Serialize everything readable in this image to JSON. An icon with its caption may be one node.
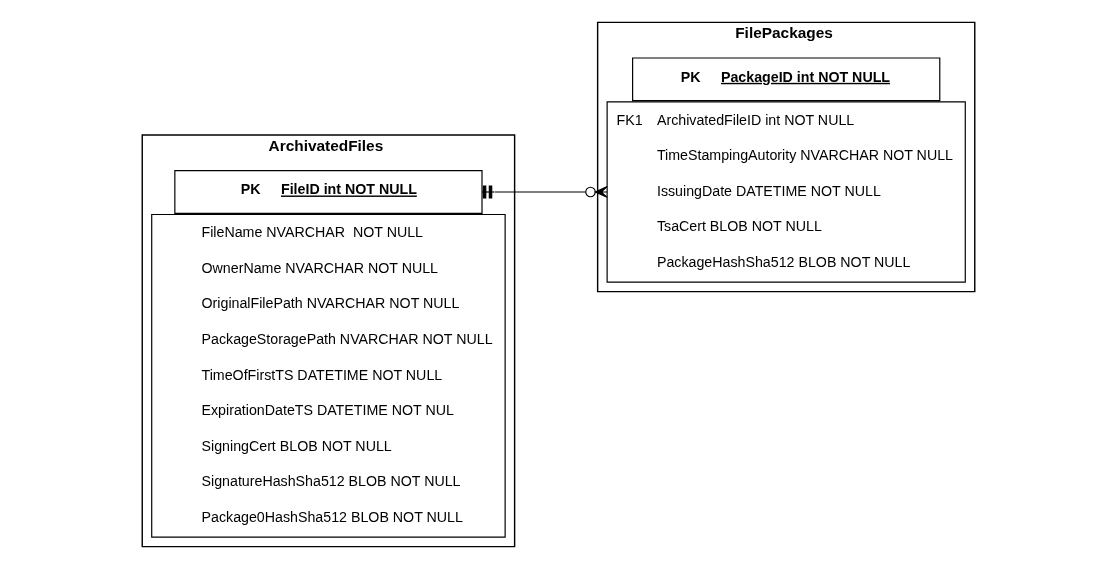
{
  "diagram": {
    "nodes": [
      {
        "text": [
          "ArchivatedFiles"
        ]
      },
      {
        "text": [
          "PK",
          "FileID int NOT NULL"
        ],
        "in": 0
      },
      {
        "text": [
          "FileName NVARCHAR  NOT NULL",
          "OwnerName NVARCHAR NOT NULL",
          "OriginalFilePath NVARCHAR NOT NULL",
          "PackageStoragePath NVARCHAR NOT NULL",
          "TimeOfFirstTS DATETIME NOT NULL",
          "ExpirationDateTS DATETIME NOT NUL",
          "SigningCert BLOB NOT NULL",
          "SignatureHashSha512 BLOB NOT NULL",
          "Package0HashSha512 BLOB NOT NULL"
        ],
        "in": 0
      },
      {
        "text": [
          "FilePackages"
        ]
      },
      {
        "text": [
          "PK",
          "PackageID int NOT NULL"
        ],
        "in": 3
      },
      {
        "text": [
          "FK1",
          "ArchivatedFileID int NOT NULL",
          "TimeStampingAutority NVARCHAR NOT NULL",
          "IssuingDate DATETIME NOT NULL",
          "TsaCert BLOB NOT NULL",
          "PackageHashSha512 BLOB NOT NULL"
        ],
        "in": 3
      }
    ],
    "edges": [
      {
        "from": 1,
        "to": 5,
        "arrow": "other"
      }
    ]
  }
}
